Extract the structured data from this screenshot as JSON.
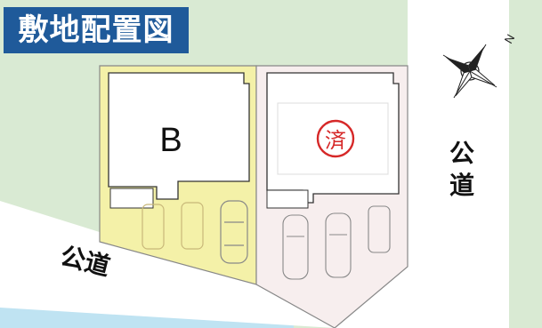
{
  "title": "敷地配置図",
  "road_right_label": "公道",
  "road_bottom_label": "公道",
  "lot_b": {
    "label": "B"
  },
  "lot_sold": {
    "stamp": "済"
  },
  "compass": {
    "north_symbol": "N"
  },
  "colors": {
    "green_area": "#d9ead3",
    "road": "#ffffff",
    "lot_b_fill": "#f4f1a8",
    "lot_sold_fill": "#f7eeee",
    "title_bg": "#1f5a9a",
    "stamp_red": "#d62828",
    "water": "#bfe3f2"
  }
}
